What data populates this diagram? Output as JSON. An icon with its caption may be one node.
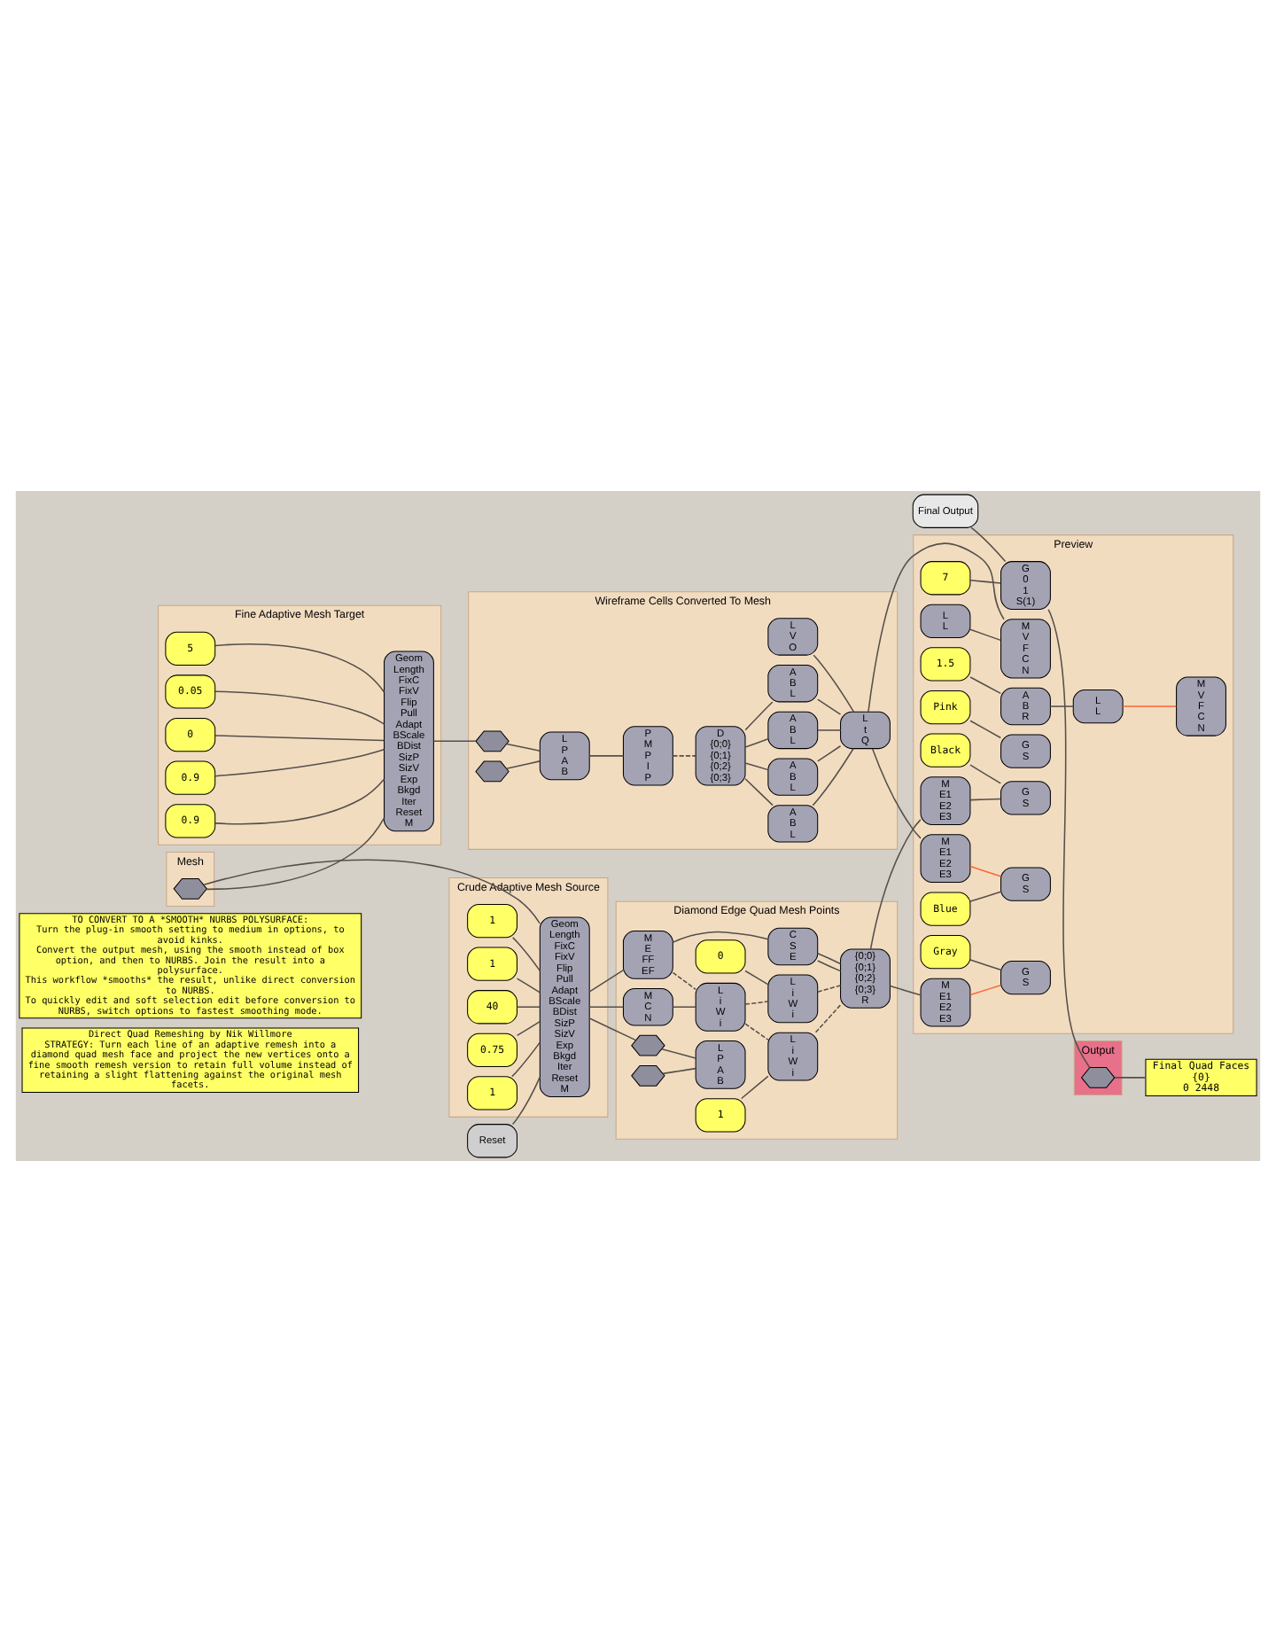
{
  "diagram": {
    "nodes": [
      {
        "text": [
          "Direct Quad Remeshing by Nik Willmore",
          "STRATEGY: Turn each line of an adaptive remesh into a diamond quad mesh face and project the new vertices onto a fine smooth remesh version to retain full volume instead of retaining a slight flattening against the original mesh facets."
        ]
      },
      {
        "text": [
          "TO CONVERT TO A *SMOOTH* NURBS POLYSURFACE:",
          "Turn the plug-in smooth setting to medium in options, to avoid kinks.",
          "Convert the output mesh, using the smooth instead of box option, and then to NURBS. Join the result into a polysurface.",
          "This workflow *smooths* the result, unlike direct conversion to NURBS.",
          "To quickly edit and soft selection edit before conversion to NURBS, switch options to fastest smoothing mode."
        ]
      },
      {
        "text": [
          "Crude Adaptive Mesh Source"
        ]
      },
      {
        "text": [
          "Geom",
          "Length",
          "FixC",
          "FixV",
          "Flip",
          "Pull",
          "Adapt",
          "BScale",
          "BDist",
          "SizP",
          "SizV",
          "Exp",
          "Bkgd",
          "Iter",
          "Reset",
          "M"
        ],
        "in": 2
      },
      {
        "text": [
          "0.75"
        ],
        "in": 2
      },
      {
        "text": [
          "1"
        ],
        "in": 2
      },
      {
        "text": [
          "1"
        ],
        "in": 2
      },
      {
        "text": [
          "1"
        ],
        "in": 2
      },
      {
        "text": [
          "40"
        ],
        "in": 2
      },
      {
        "text": [
          "Diamond Edge Quad Mesh Points"
        ]
      },
      {
        "text": [],
        "shape": "hexagon",
        "in": 9
      },
      {
        "text": [],
        "shape": "hexagon",
        "in": 9
      },
      {
        "text": [
          "L",
          "P",
          "A",
          "B"
        ],
        "in": 9
      },
      {
        "text": [
          "M",
          "C",
          "N"
        ],
        "in": 9
      },
      {
        "text": [
          "0"
        ],
        "in": 9
      },
      {
        "text": [
          "L",
          "i",
          "W",
          "i"
        ],
        "in": 9
      },
      {
        "text": [
          "L",
          "i",
          "W",
          "i"
        ],
        "in": 9
      },
      {
        "text": [
          "L",
          "i",
          "W",
          "i"
        ],
        "in": 9
      },
      {
        "text": [
          "1"
        ],
        "in": 9
      },
      {
        "text": [
          "M",
          "E",
          "FF",
          "EF"
        ],
        "in": 9
      },
      {
        "text": [
          "C",
          "S",
          "E"
        ],
        "in": 9
      },
      {
        "text": [
          "{0;0}",
          "{0;1}",
          "{0;2}",
          "{0;3}",
          "R"
        ],
        "in": 9
      },
      {
        "text": [
          "Output"
        ]
      },
      {
        "text": [],
        "shape": "hexagon",
        "in": 22
      },
      {
        "text": [
          "Mesh"
        ]
      },
      {
        "text": [],
        "shape": "hexagon",
        "in": 24
      },
      {
        "text": [
          "Reset"
        ]
      },
      {
        "text": [
          "Final Output"
        ]
      },
      {
        "text": [
          "Final Quad Faces",
          "{0}",
          "0 2448"
        ]
      },
      {
        "text": [
          "Preview"
        ]
      },
      {
        "text": [
          "G",
          "S"
        ],
        "in": 29
      },
      {
        "text": [
          "Pink"
        ],
        "in": 29
      },
      {
        "text": [
          "M",
          "E1",
          "E2",
          "E3"
        ],
        "in": 29
      },
      {
        "text": [
          "G",
          "S"
        ],
        "in": 29
      },
      {
        "text": [
          "Black"
        ],
        "in": 29
      },
      {
        "text": [
          "M",
          "E1",
          "E2",
          "E3"
        ],
        "in": 29
      },
      {
        "text": [
          "G",
          "S"
        ],
        "in": 29
      },
      {
        "text": [
          "Gray"
        ],
        "in": 29
      },
      {
        "text": [
          "M",
          "E1",
          "E2",
          "E3"
        ],
        "in": 29
      },
      {
        "text": [
          "7"
        ],
        "in": 29
      },
      {
        "text": [
          "G",
          "0",
          "1",
          "S(1)"
        ],
        "in": 29
      },
      {
        "text": [
          "G",
          "S"
        ],
        "in": 29
      },
      {
        "text": [
          "Blue"
        ],
        "in": 29
      },
      {
        "text": [
          "1.5"
        ],
        "in": 29
      },
      {
        "text": [
          "A",
          "B",
          "R"
        ],
        "in": 29
      },
      {
        "text": [
          "L",
          "L"
        ],
        "in": 29
      },
      {
        "text": [
          "L",
          "L"
        ],
        "in": 29
      },
      {
        "text": [
          "M",
          "V",
          "F",
          "C",
          "N"
        ],
        "in": 29
      },
      {
        "text": [
          "M",
          "V",
          "F",
          "C",
          "N"
        ],
        "in": 29
      },
      {
        "text": [
          "Fine Adaptive Mesh Target"
        ]
      },
      {
        "text": [
          "Geom",
          "Length",
          "FixC",
          "FixV",
          "Flip",
          "Pull",
          "Adapt",
          "BScale",
          "BDist",
          "SizP",
          "SizV",
          "Exp",
          "Bkgd",
          "Iter",
          "Reset",
          "M"
        ],
        "in": 49
      },
      {
        "text": [
          "0.05"
        ],
        "in": 49
      },
      {
        "text": [
          "0"
        ],
        "in": 49
      },
      {
        "text": [
          "0.9"
        ],
        "in": 49
      },
      {
        "text": [
          "0.9"
        ],
        "in": 49
      },
      {
        "text": [
          "5"
        ],
        "in": 49
      },
      {
        "text": [
          "Wireframe Cells Converted To Mesh"
        ]
      },
      {
        "text": [],
        "shape": "hexagon",
        "in": 56
      },
      {
        "text": [],
        "shape": "hexagon",
        "in": 56
      },
      {
        "text": [
          "L",
          "P",
          "A",
          "B"
        ],
        "in": 56
      },
      {
        "text": [
          "P",
          "M",
          "P",
          "I",
          "P"
        ],
        "in": 56
      },
      {
        "text": [
          "D",
          "{0;0}",
          "{0;1}",
          "{0;2}",
          "{0;3}"
        ],
        "in": 56
      },
      {
        "text": [
          "A",
          "B",
          "L"
        ],
        "in": 56
      },
      {
        "text": [
          "A",
          "B",
          "L"
        ],
        "in": 56
      },
      {
        "text": [
          "A",
          "B",
          "L"
        ],
        "in": 56
      },
      {
        "text": [
          "A",
          "B",
          "L"
        ],
        "in": 56
      },
      {
        "text": [
          "L",
          "V",
          "O"
        ],
        "in": 56
      },
      {
        "text": [
          "L",
          "t",
          "Q"
        ],
        "in": 56
      }
    ],
    "edges": [
      {
        "from": 25,
        "to": 3,
        "arrow": "none"
      },
      {
        "from": 4,
        "to": 3,
        "arrow": "none"
      },
      {
        "from": 5,
        "to": 3,
        "arrow": "none"
      },
      {
        "from": 6,
        "to": 3,
        "arrow": "none"
      },
      {
        "from": 7,
        "to": 3,
        "arrow": "none"
      },
      {
        "from": 8,
        "to": 3,
        "arrow": "none"
      },
      {
        "from": 26,
        "to": 3,
        "arrow": "none"
      },
      {
        "from": 3,
        "to": 10,
        "arrow": "none"
      },
      {
        "from": 3,
        "to": 13,
        "arrow": "none"
      },
      {
        "from": 3,
        "to": 19,
        "arrow": "none"
      },
      {
        "from": 10,
        "to": 12,
        "arrow": "none"
      },
      {
        "from": 11,
        "to": 12,
        "arrow": "none"
      },
      {
        "from": 13,
        "to": 15,
        "arrow": "none"
      },
      {
        "from": 14,
        "to": 16,
        "arrow": "none"
      },
      {
        "from": 18,
        "to": 17,
        "arrow": "none"
      },
      {
        "from": 19,
        "to": 15,
        "arrow": "none",
        "style": "dashed"
      },
      {
        "from": 15,
        "to": 16,
        "arrow": "none",
        "style": "dashed"
      },
      {
        "from": 15,
        "to": 17,
        "arrow": "none",
        "style": "dashed"
      },
      {
        "from": 16,
        "to": 21,
        "arrow": "none",
        "style": "dashed"
      },
      {
        "from": 17,
        "to": 21,
        "arrow": "none",
        "style": "dashed"
      },
      {
        "from": 19,
        "to": 20,
        "arrow": "none"
      },
      {
        "from": 20,
        "to": 21,
        "arrow": "none"
      },
      {
        "from": 20,
        "to": 21,
        "arrow": "none"
      },
      {
        "from": 21,
        "to": 32,
        "arrow": "none"
      },
      {
        "from": 21,
        "to": 35,
        "arrow": "none"
      },
      {
        "from": 31,
        "to": 30,
        "arrow": "none"
      },
      {
        "from": 32,
        "to": 33,
        "arrow": "none"
      },
      {
        "from": 34,
        "to": 33,
        "arrow": "none"
      },
      {
        "from": 35,
        "to": 36,
        "arrow": "none",
        "color": "#ff6633"
      },
      {
        "from": 37,
        "to": 36,
        "arrow": "none"
      },
      {
        "from": 38,
        "to": 41,
        "arrow": "none",
        "color": "#ff6633"
      },
      {
        "from": 42,
        "to": 41,
        "arrow": "none"
      },
      {
        "from": 27,
        "to": 40,
        "arrow": "none"
      },
      {
        "from": 39,
        "to": 40,
        "arrow": "none"
      },
      {
        "from": 40,
        "to": 23,
        "arrow": "none"
      },
      {
        "from": 23,
        "to": 28,
        "arrow": "none"
      },
      {
        "from": 43,
        "to": 44,
        "arrow": "none"
      },
      {
        "from": 44,
        "to": 46,
        "arrow": "none"
      },
      {
        "from": 45,
        "to": 47,
        "arrow": "none"
      },
      {
        "from": 46,
        "to": 48,
        "arrow": "none",
        "color": "#ff6633"
      },
      {
        "from": 25,
        "to": 50,
        "arrow": "none"
      },
      {
        "from": 51,
        "to": 50,
        "arrow": "none"
      },
      {
        "from": 52,
        "to": 50,
        "arrow": "none"
      },
      {
        "from": 53,
        "to": 50,
        "arrow": "none"
      },
      {
        "from": 54,
        "to": 50,
        "arrow": "none"
      },
      {
        "from": 55,
        "to": 50,
        "arrow": "none"
      },
      {
        "from": 50,
        "to": 57,
        "arrow": "none"
      },
      {
        "from": 57,
        "to": 59,
        "arrow": "none"
      },
      {
        "from": 58,
        "to": 59,
        "arrow": "none"
      },
      {
        "from": 59,
        "to": 60,
        "arrow": "none"
      },
      {
        "from": 60,
        "to": 61,
        "arrow": "none",
        "style": "dashed"
      },
      {
        "from": 61,
        "to": 62,
        "arrow": "none"
      },
      {
        "from": 61,
        "to": 63,
        "arrow": "none"
      },
      {
        "from": 61,
        "to": 64,
        "arrow": "none"
      },
      {
        "from": 61,
        "to": 65,
        "arrow": "none"
      },
      {
        "from": 62,
        "to": 67,
        "arrow": "none"
      },
      {
        "from": 63,
        "to": 67,
        "arrow": "none"
      },
      {
        "from": 64,
        "to": 67,
        "arrow": "none"
      },
      {
        "from": 65,
        "to": 67,
        "arrow": "none"
      },
      {
        "from": 66,
        "to": 67,
        "arrow": "none"
      },
      {
        "from": 67,
        "to": 38,
        "arrow": "none"
      },
      {
        "from": 67,
        "to": 47,
        "arrow": "none"
      }
    ]
  }
}
